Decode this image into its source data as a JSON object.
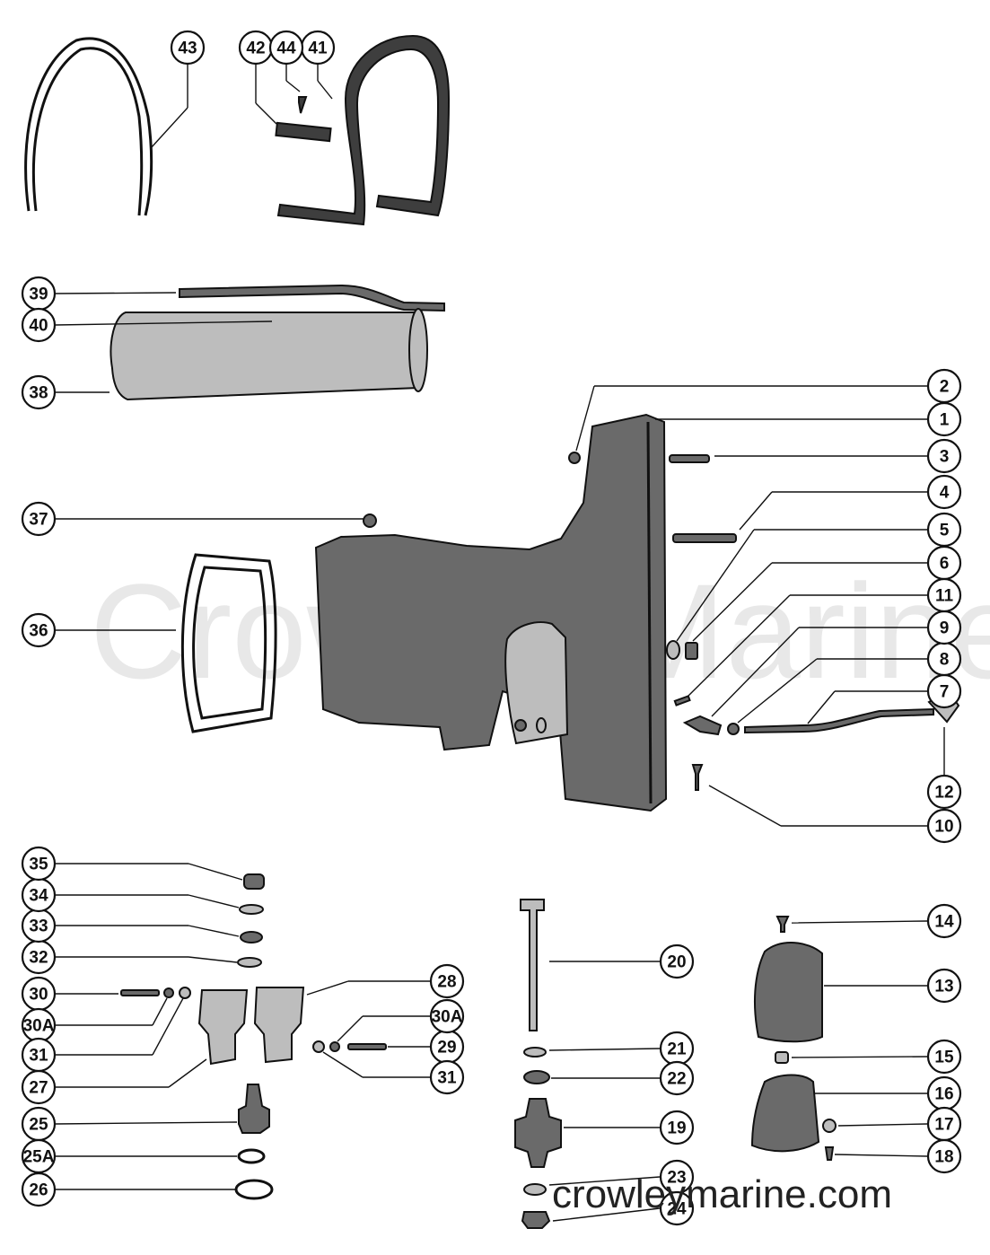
{
  "watermark": "Crowley Marine",
  "site_label": "crowleymarine.com",
  "callouts": [
    "1",
    "2",
    "3",
    "4",
    "5",
    "6",
    "7",
    "8",
    "9",
    "10",
    "11",
    "12",
    "13",
    "14",
    "15",
    "16",
    "17",
    "18",
    "19",
    "20",
    "21",
    "22",
    "23",
    "24",
    "25",
    "25A",
    "26",
    "27",
    "28",
    "29",
    "30",
    "30A",
    "31",
    "32",
    "33",
    "34",
    "35",
    "36",
    "37",
    "38",
    "39",
    "40",
    "41",
    "42",
    "43",
    "44"
  ]
}
